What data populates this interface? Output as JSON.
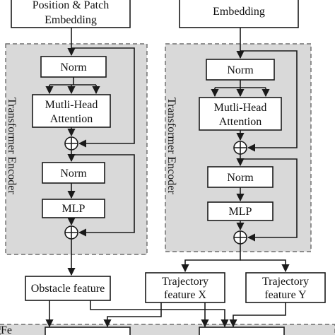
{
  "left": {
    "embedding_line1": "Position & Patch",
    "embedding_line2": "Embedding",
    "encoder_label": "Transformer Encoder",
    "norm1": "Norm",
    "attention_line1": "Mutli-Head",
    "attention_line2": "Attention",
    "norm2": "Norm",
    "mlp": "MLP",
    "output": "Obstacle feature"
  },
  "right": {
    "embedding": "Embedding",
    "encoder_label": "Transformer Encoder",
    "norm1": "Norm",
    "attention_line1": "Mutli-Head",
    "attention_line2": "Attention",
    "norm2": "Norm",
    "mlp": "MLP",
    "output_x_line1": "Trajectory",
    "output_x_line2": "feature X",
    "output_y_line1": "Trajectory",
    "output_y_line2": "feature Y"
  },
  "bottom": {
    "partial_label": "Fe"
  }
}
